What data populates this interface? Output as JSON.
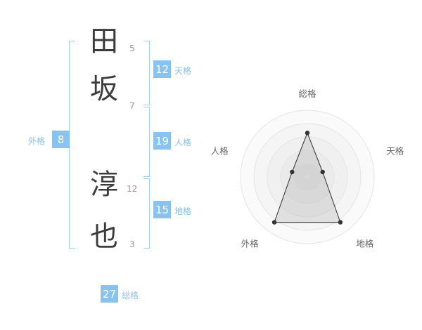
{
  "name": {
    "characters": [
      {
        "char": "田",
        "strokes": "5"
      },
      {
        "char": "坂",
        "strokes": "7"
      },
      {
        "char": "淳",
        "strokes": "12"
      },
      {
        "char": "也",
        "strokes": "3"
      }
    ]
  },
  "scores": {
    "tenkaku": {
      "value": "12",
      "label": "天格"
    },
    "jinkaku": {
      "value": "19",
      "label": "人格"
    },
    "chikaku": {
      "value": "15",
      "label": "地格"
    },
    "gaikaku": {
      "value": "8",
      "label": "外格"
    },
    "soukaku": {
      "value": "27",
      "label": "総格"
    }
  },
  "colors": {
    "accent_blue": "#87c3ee",
    "bracket_blue": "#a6d2f2",
    "kanji_dark": "#3c3c3c",
    "stroke_gray": "#999999"
  },
  "chart_data": {
    "type": "radar",
    "axes": [
      {
        "label": "総格",
        "angle_deg": 90,
        "value": 0.66
      },
      {
        "label": "天格",
        "angle_deg": 18,
        "value": 0.24
      },
      {
        "label": "地格",
        "angle_deg": 306,
        "value": 0.84
      },
      {
        "label": "外格",
        "angle_deg": 234,
        "value": 0.84
      },
      {
        "label": "人格",
        "angle_deg": 162,
        "value": 0.24
      }
    ],
    "rings": 5,
    "max_radius_px": 95,
    "ring_stroke": "#e4e4e4",
    "ring_fill": "rgba(0,0,0,0.02)",
    "polygon_fill": "rgba(150,150,150,0.22)",
    "polygon_stroke": "#4a4a4a",
    "point_color": "#333333",
    "center_marker_color": "#d8d8d8",
    "label_color": "#666666",
    "legend_position": "none",
    "grid": "circular"
  }
}
